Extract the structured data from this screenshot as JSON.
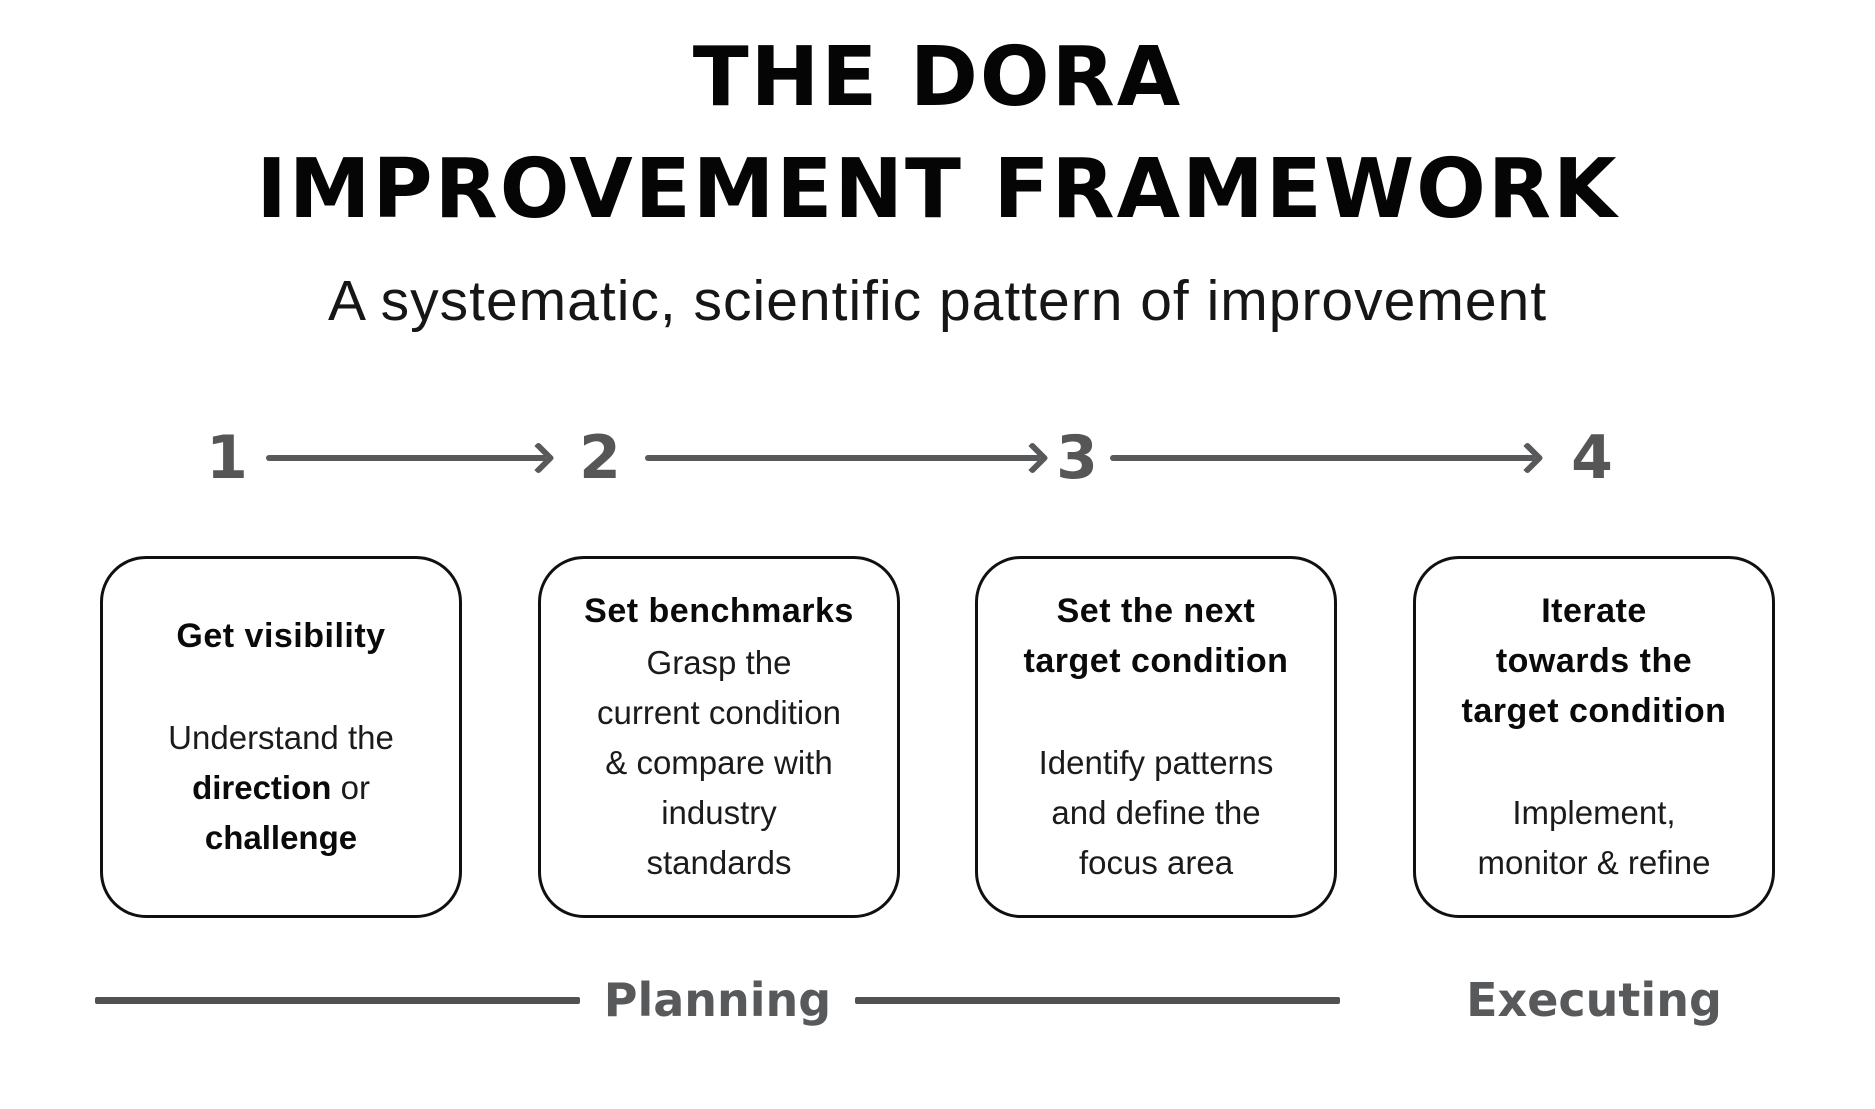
{
  "title": {
    "line1": "THE DORA",
    "line2": "IMPROVEMENT FRAMEWORK"
  },
  "subtitle": "A systematic, scientific pattern of improvement",
  "steps": [
    {
      "number": "1",
      "box_title_lines": [
        "Get visibility"
      ],
      "body_parts": [
        "Understand the ",
        "direction",
        " or ",
        "challenge"
      ]
    },
    {
      "number": "2",
      "box_title_lines": [
        "Set benchmarks"
      ],
      "body_lines": [
        "Grasp the",
        "current condition",
        "& compare with",
        "industry",
        "standards"
      ]
    },
    {
      "number": "3",
      "box_title_lines": [
        "Set the next",
        "target condition"
      ],
      "body_lines": [
        "Identify patterns",
        "and define the",
        "focus area"
      ]
    },
    {
      "number": "4",
      "box_title_lines": [
        "Iterate",
        "towards the",
        "target condition"
      ],
      "body_lines": [
        "Implement,",
        "monitor & refine"
      ]
    }
  ],
  "phases": {
    "planning_label": "Planning",
    "executing_label": "Executing"
  },
  "colors": {
    "ink": "#0a0a0a",
    "step_gray": "#58595b",
    "phase_line_gray": "#515151",
    "box_border": "#101010",
    "background": "#ffffff"
  }
}
